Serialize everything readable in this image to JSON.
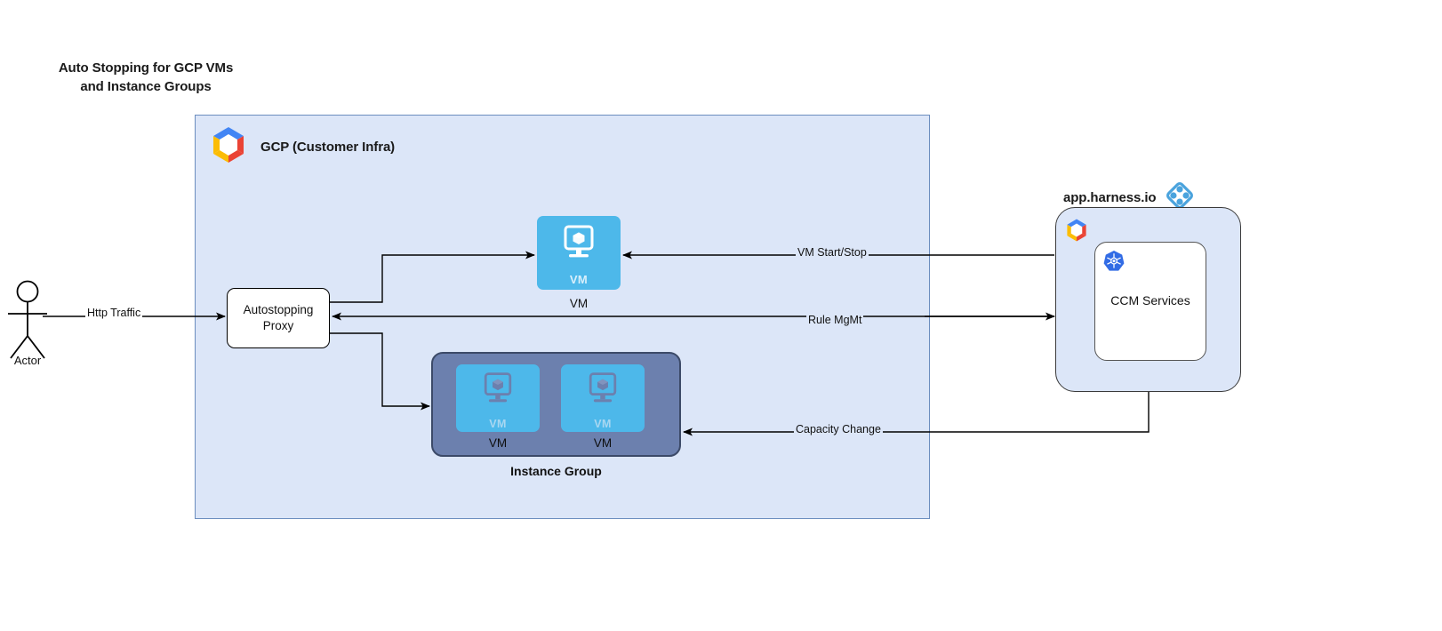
{
  "diagram": {
    "title": "Auto Stopping for GCP VMs\nand Instance Groups",
    "type": "architecture-diagram"
  },
  "actor": {
    "label": "Actor",
    "icon": "stick-figure-actor-icon"
  },
  "gcp_container": {
    "label": "GCP (Customer Infra)",
    "icon": "gcp-hexagon-icon",
    "fill": "#dce6f8",
    "border": "#6c8ebf"
  },
  "proxy": {
    "label": "Autostopping\nProxy"
  },
  "vm_standalone": {
    "inner_label": "VM",
    "caption": "VM",
    "icon": "vm-monitor-cube-icon",
    "fill": "#4db8ea"
  },
  "instance_group": {
    "caption": "Instance Group",
    "fill": "#6c80ae",
    "border": "#3c4a68",
    "vms": [
      {
        "inner_label": "VM",
        "caption": "VM",
        "icon": "vm-monitor-cube-icon"
      },
      {
        "inner_label": "VM",
        "caption": "VM",
        "icon": "vm-monitor-cube-icon"
      }
    ]
  },
  "harness": {
    "header_label": "app.harness.io",
    "header_icon": "harness-diamond-logo-icon",
    "gcp_icon": "gcp-hexagon-icon",
    "fill": "#dce6f8",
    "accent": "#4aa3dd",
    "ccm": {
      "label": "CCM Services",
      "icon": "kubernetes-helm-icon"
    }
  },
  "edges": [
    {
      "name": "actor-to-proxy",
      "label": "Http Traffic"
    },
    {
      "name": "harness-to-vm",
      "label": "VM Start/Stop"
    },
    {
      "name": "harness-to-proxy",
      "label": "Rule MgMt"
    },
    {
      "name": "harness-to-instance-group",
      "label": "Capacity Change"
    }
  ]
}
